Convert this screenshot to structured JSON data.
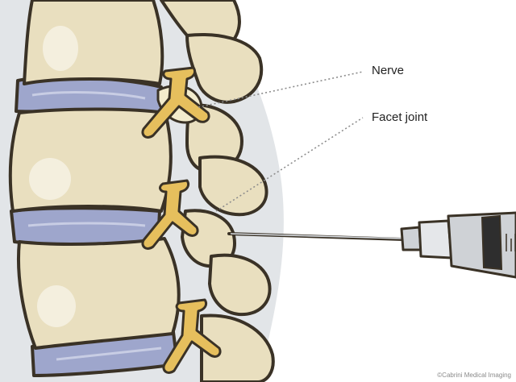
{
  "labels": {
    "nerve": "Nerve",
    "facet_joint": "Facet joint"
  },
  "credit": "©Cabrini Medical Imaging",
  "colors": {
    "bone_fill": "#e9dfbf",
    "bone_outline": "#3a3226",
    "disc_fill": "#9ea6cc",
    "nerve_fill": "#e6bf5d",
    "soft_tissue": "#e2e5e8",
    "syringe_barrel": "#cfd2d6",
    "syringe_plunger": "#2e2e2e",
    "leader_line": "#8c8c8c"
  }
}
